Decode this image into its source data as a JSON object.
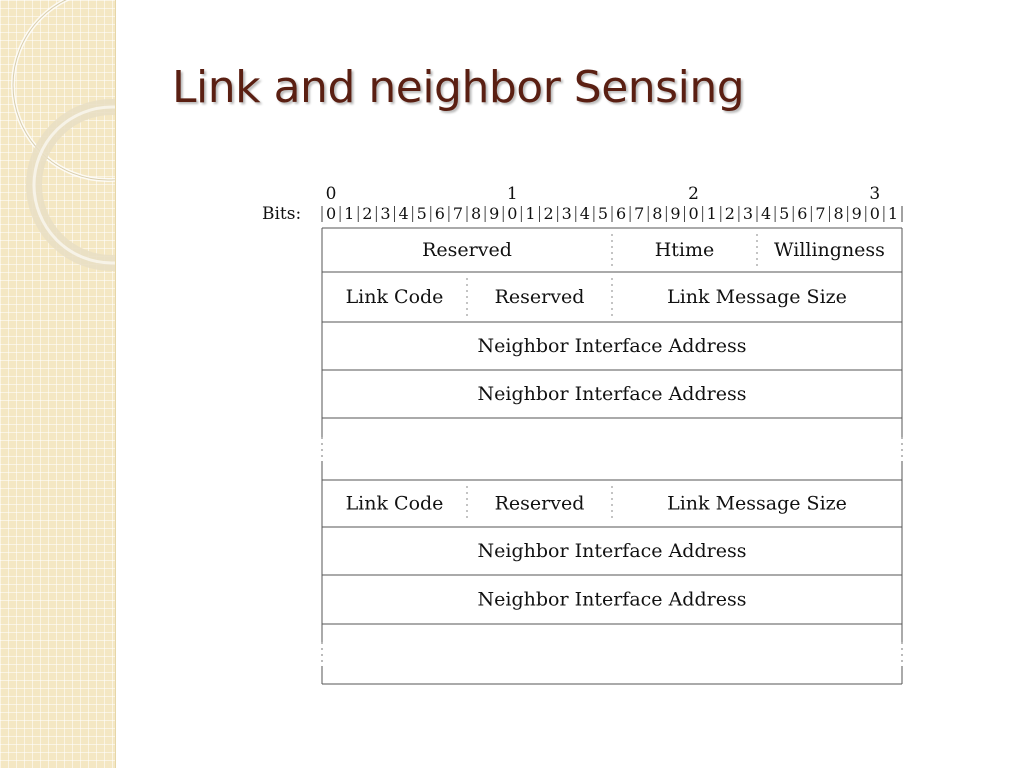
{
  "slide": {
    "title": "Link and neighbor Sensing"
  },
  "diagram": {
    "bits_label": "Bits:",
    "major_ticks": [
      "0",
      "1",
      "2",
      "3"
    ],
    "bit_digits": [
      "0",
      "1",
      "2",
      "3",
      "4",
      "5",
      "6",
      "7",
      "8",
      "9",
      "0",
      "1",
      "2",
      "3",
      "4",
      "5",
      "6",
      "7",
      "8",
      "9",
      "0",
      "1",
      "2",
      "3",
      "4",
      "5",
      "6",
      "7",
      "8",
      "9",
      "0",
      "1"
    ],
    "rows": [
      {
        "type": "fields",
        "fields": [
          {
            "label": "Reserved",
            "bits": 16
          },
          {
            "label": "Htime",
            "bits": 8
          },
          {
            "label": "Willingness",
            "bits": 8
          }
        ]
      },
      {
        "type": "fields",
        "fields": [
          {
            "label": "Link Code",
            "bits": 8
          },
          {
            "label": "Reserved",
            "bits": 8
          },
          {
            "label": "Link Message Size",
            "bits": 16
          }
        ]
      },
      {
        "type": "fields",
        "fields": [
          {
            "label": "Neighbor Interface Address",
            "bits": 32
          }
        ]
      },
      {
        "type": "fields",
        "fields": [
          {
            "label": "Neighbor Interface Address",
            "bits": 32
          }
        ]
      },
      {
        "type": "gap"
      },
      {
        "type": "fields",
        "fields": [
          {
            "label": "Link Code",
            "bits": 8
          },
          {
            "label": "Reserved",
            "bits": 8
          },
          {
            "label": "Link Message Size",
            "bits": 16
          }
        ]
      },
      {
        "type": "fields",
        "fields": [
          {
            "label": "Neighbor Interface Address",
            "bits": 32
          }
        ]
      },
      {
        "type": "fields",
        "fields": [
          {
            "label": "Neighbor Interface Address",
            "bits": 32
          }
        ]
      },
      {
        "type": "gap"
      }
    ]
  }
}
